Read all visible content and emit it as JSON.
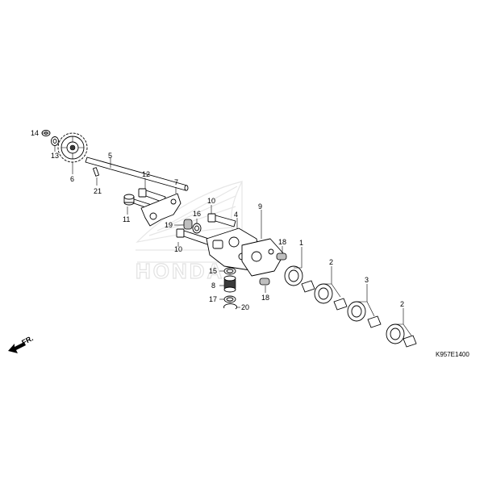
{
  "diagram_code": "K957E1400",
  "direction_label": "FR.",
  "callouts": [
    {
      "label": "14"
    },
    {
      "label": "13"
    },
    {
      "label": "6"
    },
    {
      "label": "5"
    },
    {
      "label": "21"
    },
    {
      "label": "12"
    },
    {
      "label": "7"
    },
    {
      "label": "11"
    },
    {
      "label": "10"
    },
    {
      "label": "16"
    },
    {
      "label": "4"
    },
    {
      "label": "19"
    },
    {
      "label": "10"
    },
    {
      "label": "9"
    },
    {
      "label": "18"
    },
    {
      "label": "1"
    },
    {
      "label": "15"
    },
    {
      "label": "2"
    },
    {
      "label": "8"
    },
    {
      "label": "18"
    },
    {
      "label": "17"
    },
    {
      "label": "20"
    },
    {
      "label": "3"
    },
    {
      "label": "2"
    }
  ],
  "watermark": "HONDA"
}
